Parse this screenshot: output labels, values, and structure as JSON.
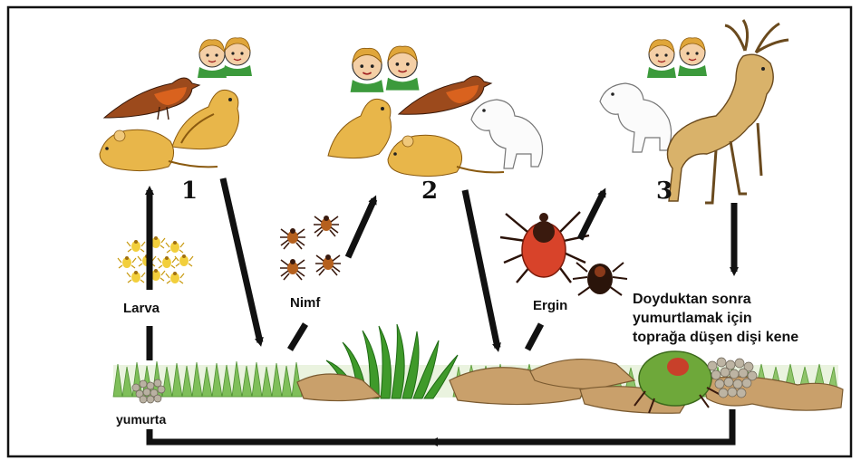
{
  "stages": [
    {
      "number": "1",
      "hosts": [
        "children-icon",
        "bird-icon",
        "chipmunk-icon",
        "mouse-icon"
      ]
    },
    {
      "number": "2",
      "hosts": [
        "children-icon",
        "bird-icon",
        "chipmunk-icon",
        "mouse-icon",
        "dog-icon"
      ]
    },
    {
      "number": "3",
      "hosts": [
        "children-icon",
        "dog-icon",
        "deer-icon"
      ]
    }
  ],
  "labels": {
    "larva": "Larva",
    "nymph": "Nimf",
    "adult": "Ergin",
    "egg": "yumurta",
    "female_note": [
      "Doyduktan sonra",
      "yumurtlamak için",
      "toprağa düşen dişi kene"
    ]
  },
  "colors": {
    "arrow": "#111111",
    "grass": "#5ea23e",
    "grass_dark": "#2e7d1e",
    "log": "#c8a06a",
    "tick_red": "#d8432a",
    "tick_dark": "#3a1a0e",
    "animal_yellow": "#e8b64a",
    "bird_brown": "#9c4a1c",
    "deer": "#d9b26a"
  }
}
